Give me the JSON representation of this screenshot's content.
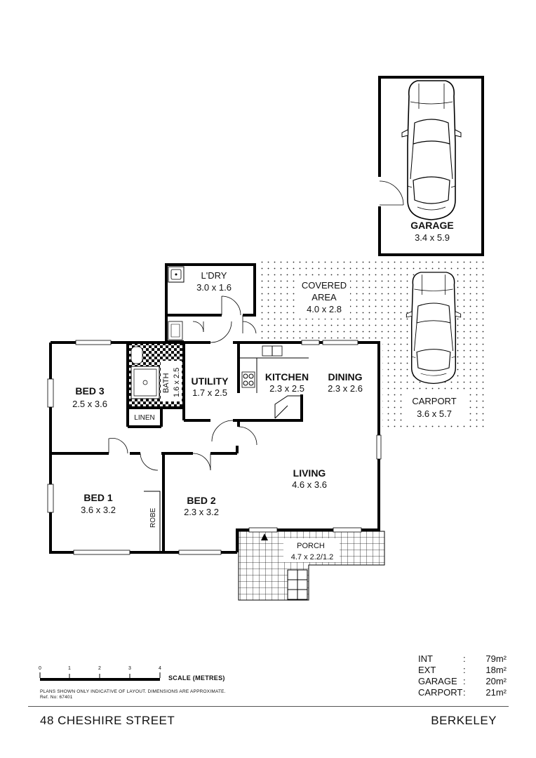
{
  "rooms": {
    "garage": {
      "name": "GARAGE",
      "dims": "3.4 x 5.9"
    },
    "laundry": {
      "name": "L'DRY",
      "dims": "3.0 x 1.6"
    },
    "covered_area": {
      "name_line1": "COVERED",
      "name_line2": "AREA",
      "dims": "4.0 x 2.8"
    },
    "bed3": {
      "name": "BED 3",
      "dims": "2.5 x 3.6"
    },
    "bath": {
      "name": "BATH",
      "dims": "1.6 x 2.5"
    },
    "utility": {
      "name": "UTILITY",
      "dims": "1.7 x 2.5"
    },
    "kitchen": {
      "name": "KITCHEN",
      "dims": "2.3 x 2.5"
    },
    "dining": {
      "name": "DINING",
      "dims": "2.3 x 2.6"
    },
    "carport": {
      "name": "CARPORT",
      "dims": "3.6 x 5.7"
    },
    "linen": {
      "name": "LINEN"
    },
    "living": {
      "name": "LIVING",
      "dims": "4.6 x 3.6"
    },
    "bed1": {
      "name": "BED 1",
      "dims": "3.6 x 3.2"
    },
    "robe": {
      "name": "ROBE"
    },
    "bed2": {
      "name": "BED 2",
      "dims": "2.3 x 3.2"
    },
    "porch": {
      "name": "PORCH",
      "dims": "4.7 x 2.2/1.2"
    }
  },
  "scale": {
    "ticks": [
      "0",
      "1",
      "2",
      "3",
      "4"
    ],
    "label": "SCALE (METRES)"
  },
  "disclaimer": {
    "line1": "PLANS SHOWN ONLY INDICATIVE OF LAYOUT.  DIMENSIONS ARE APPROXIMATE.",
    "line2": "Ref. No: 67401"
  },
  "areas": [
    {
      "label": "INT",
      "sep": ":",
      "value": "79m²"
    },
    {
      "label": "EXT",
      "sep": ":",
      "value": "18m²"
    },
    {
      "label": "GARAGE",
      "sep": ":",
      "value": "20m²"
    },
    {
      "label": "CARPORT",
      "sep": ":",
      "value": "21m²"
    }
  ],
  "address": "48 CHESHIRE STREET",
  "suburb": "BERKELEY"
}
